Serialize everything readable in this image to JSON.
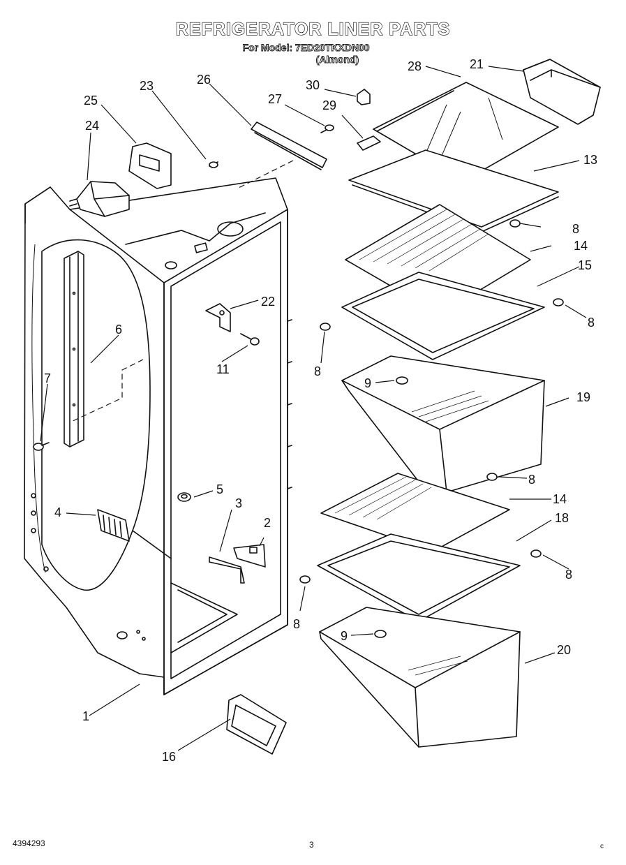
{
  "header": {
    "title": "REFRIGERATOR LINER PARTS",
    "model_line": "For Model: 7ED20TKXDN00",
    "color_line": "(Almond)"
  },
  "footer": {
    "document_number": "4394293",
    "page_number": "3",
    "corner_mark": "c"
  },
  "callouts": [
    "1",
    "2",
    "3",
    "4",
    "5",
    "6",
    "7",
    "8",
    "9",
    "11",
    "13",
    "14",
    "15",
    "16",
    "18",
    "19",
    "20",
    "21",
    "22",
    "23",
    "24",
    "25",
    "26",
    "27",
    "28",
    "29",
    "30"
  ]
}
